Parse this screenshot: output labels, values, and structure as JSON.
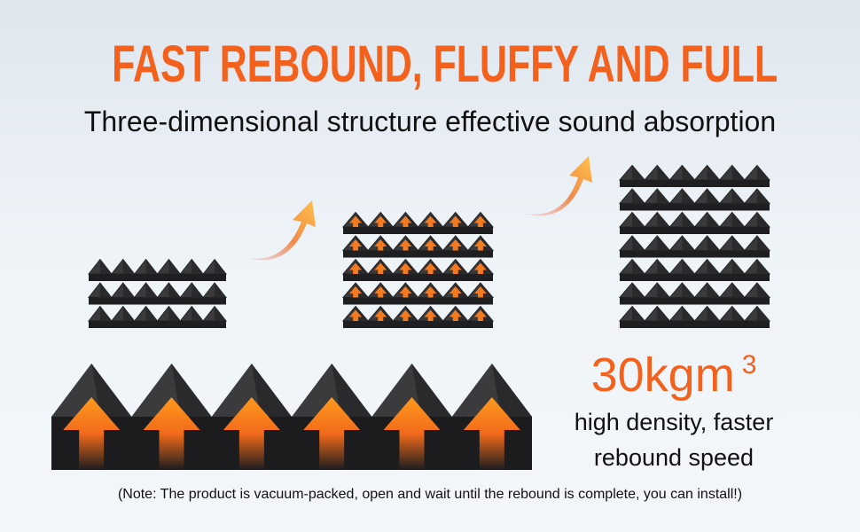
{
  "headline": "FAST REBOUND, FLUFFY AND FULL",
  "subheadline": "Three-dimensional structure effective sound absorption",
  "density": {
    "value": "30kgm",
    "superscript": "3"
  },
  "density_description": [
    "high density, faster",
    "rebound speed"
  ],
  "note": "(Note: The product is vacuum-packed, open and wait until the rebound is complete, you can install!)",
  "colors": {
    "accent": "#f4611d",
    "foam": "#2b2b2d",
    "text": "#111111"
  }
}
